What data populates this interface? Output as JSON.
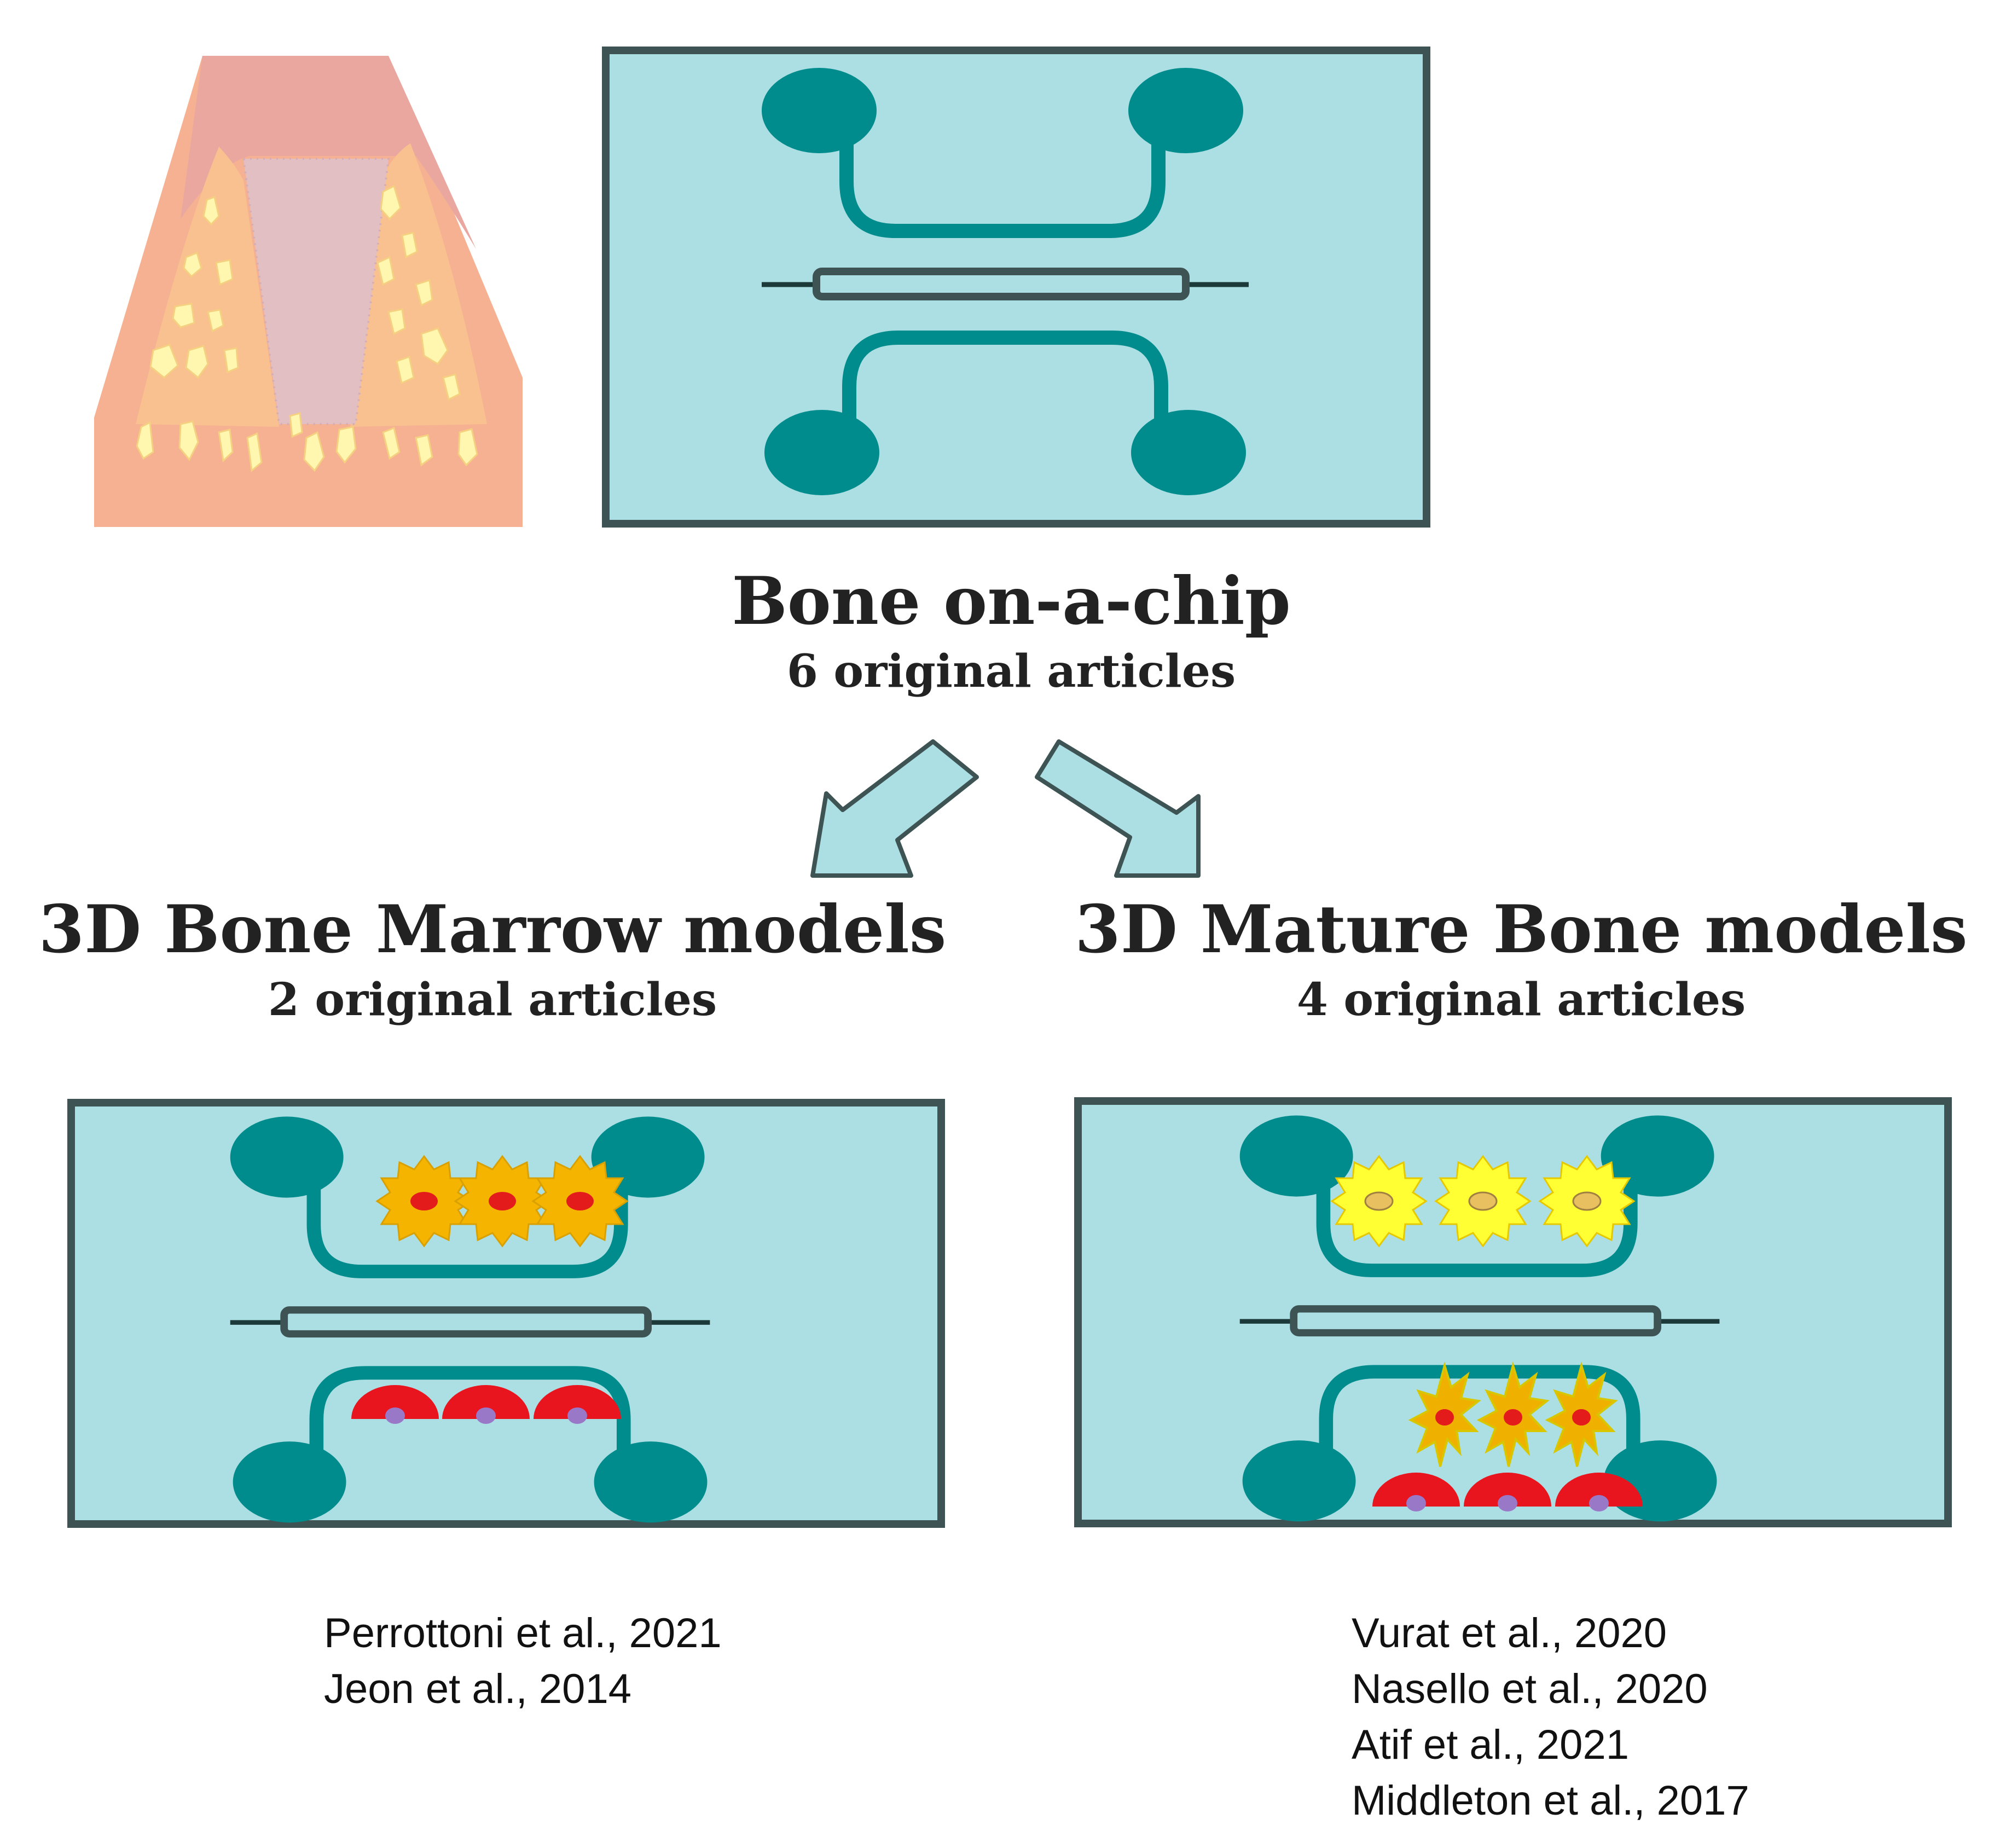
{
  "main": {
    "title": "Bone on-a-chip",
    "subtitle": "6 original articles"
  },
  "left": {
    "title": "3D Bone Marrow models",
    "subtitle": "2 original articles",
    "refs": [
      "Perrottoni et al., 2021",
      "Jeon et al., 2014"
    ]
  },
  "right": {
    "title": "3D Mature Bone models",
    "subtitle": "4 original articles",
    "refs": [
      "Vurat et al., 2020",
      "Nasello et al., 2020",
      "Atif et al., 2021",
      "Middleton et al., 2017"
    ]
  },
  "colors": {
    "chip_fill": "#acdfe3",
    "chip_border": "#3e5454",
    "channel": "#008c8c",
    "arrow_fill": "#acdfe3",
    "arrow_stroke": "#3e5454",
    "tissue_outer": "#f5b191",
    "tissue_top": "#e9a7a0",
    "marrow": "#e2bfc3",
    "trabecular_pores": "#fff6b0",
    "hsc_cell": "#f5b400",
    "osteocyte_cell": "#ffff33",
    "osteoclast_cell": "#f0b000",
    "osteoblast_cell": "#e8141e",
    "nucleus_red": "#e31b1b",
    "nucleus_purple": "#9a78c8"
  }
}
